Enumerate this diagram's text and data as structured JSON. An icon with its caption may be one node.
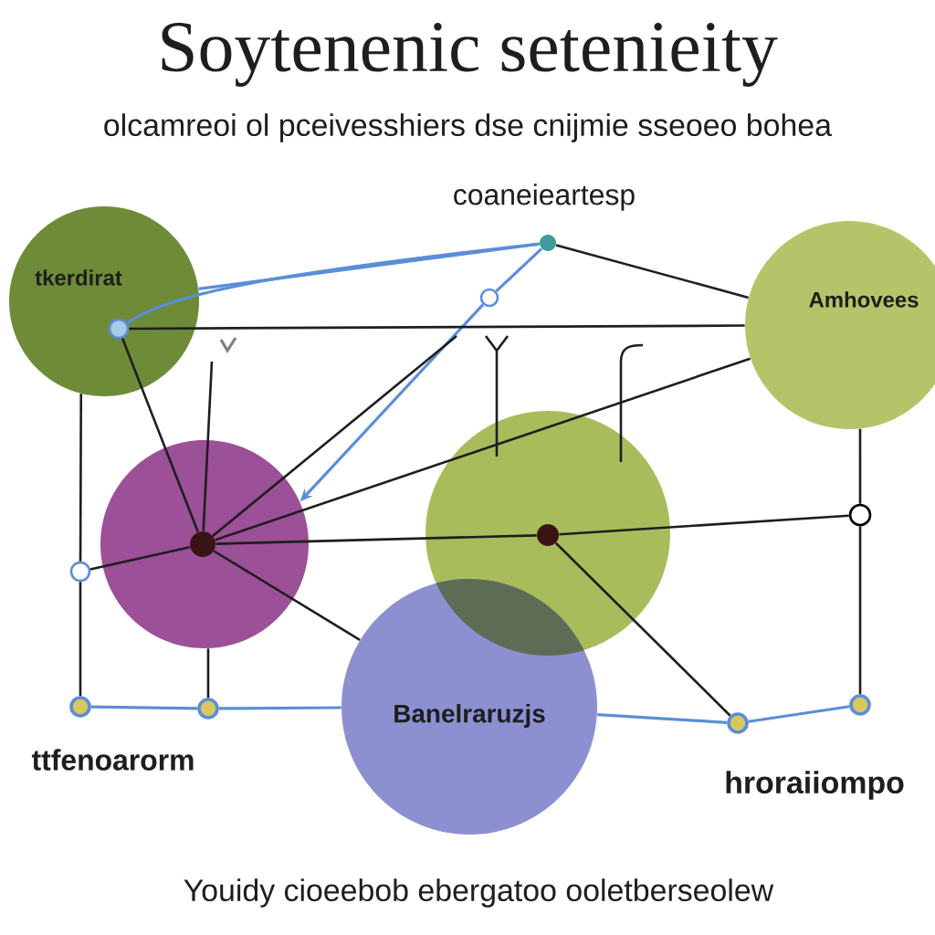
{
  "diagram": {
    "title": "Soytenenic setenieity",
    "caption": "Youidy cioeebob ebergatoo ooletberseolew",
    "nodes": [
      {
        "text": [
          "tkerdirat"
        ]
      },
      {
        "text": [
          "Amhovees"
        ]
      },
      {
        "text": [],
        "shape": "circle"
      },
      {
        "text": [],
        "shape": "circle"
      },
      {
        "text": [
          "Banelraruzjs"
        ]
      },
      {
        "text": [],
        "shape": "circle",
        "in": 0
      },
      {
        "text": [],
        "shape": "circle",
        "in": 2
      },
      {
        "text": [],
        "shape": "circle",
        "in": 3
      },
      {
        "text": [],
        "shape": "circle"
      },
      {
        "text": [],
        "shape": "circle"
      },
      {
        "text": [],
        "shape": "circle"
      },
      {
        "text": [],
        "shape": "circle"
      },
      {
        "text": [],
        "shape": "circle"
      },
      {
        "text": [],
        "shape": "circle"
      },
      {
        "text": [],
        "shape": "circle"
      },
      {
        "text": [],
        "shape": "circle"
      }
    ],
    "edges": [
      {
        "from": 0,
        "to": 8,
        "arrow": "none",
        "color": "#5a8ed8"
      },
      {
        "from": 5,
        "to": 8,
        "arrow": "none",
        "color": "#5a8ed8"
      },
      {
        "from": 8,
        "to": 1,
        "arrow": "none"
      },
      {
        "from": 8,
        "to": 9,
        "arrow": "none",
        "color": "#5a8ed8"
      },
      {
        "from": 9,
        "to": 2,
        "arrow": "to",
        "color": "#5a8ed8"
      },
      {
        "from": 5,
        "to": 1,
        "arrow": "none"
      },
      {
        "from": 6,
        "to": 5,
        "arrow": "none"
      },
      {
        "from": 6,
        "to": null,
        "arrow": "none"
      },
      {
        "from": 6,
        "to": null,
        "arrow": "none"
      },
      {
        "from": 6,
        "to": 1,
        "arrow": "none"
      },
      {
        "from": 6,
        "to": 7,
        "arrow": "none"
      },
      {
        "from": 6,
        "to": 10,
        "arrow": "none"
      },
      {
        "from": 6,
        "to": 4,
        "arrow": "none"
      },
      {
        "from": 7,
        "to": 11,
        "arrow": "none"
      },
      {
        "from": 7,
        "to": 14,
        "arrow": "none"
      },
      {
        "from": 0,
        "to": 10,
        "arrow": "none"
      },
      {
        "from": 10,
        "to": 12,
        "arrow": "none"
      },
      {
        "from": 2,
        "to": 13,
        "arrow": "none"
      },
      {
        "from": 1,
        "to": 11,
        "arrow": "none"
      },
      {
        "from": 11,
        "to": 15,
        "arrow": "none"
      },
      {
        "from": 12,
        "to": 13,
        "arrow": "none",
        "color": "#5a8ed8"
      },
      {
        "from": 13,
        "to": 4,
        "arrow": "none",
        "color": "#5a8ed8"
      },
      {
        "from": 4,
        "to": 14,
        "arrow": "none",
        "color": "#5a8ed8"
      },
      {
        "from": 14,
        "to": 15,
        "arrow": "none",
        "color": "#5a8ed8"
      }
    ],
    "labels": [
      "olcamreoi ol pceivesshiers dse cnijmie sseoeo bohea",
      "coaneieartesp",
      "ttfenoarorm",
      "hroraiiompo"
    ]
  }
}
